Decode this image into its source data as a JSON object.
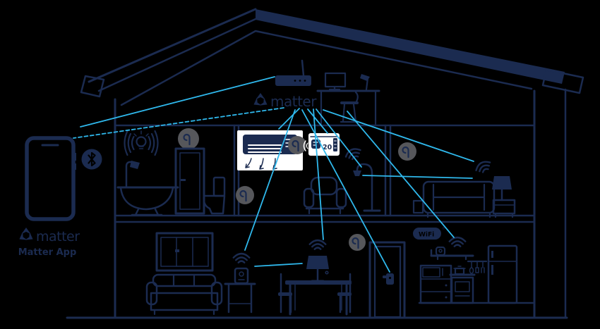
{
  "diagram": {
    "router_label": "matter",
    "app": {
      "brand": "matter",
      "label": "Matter App"
    },
    "thermostat": {
      "value": "20"
    },
    "wifi_badge": {
      "label": "WiFi",
      "mark": "®"
    },
    "colors": {
      "background": "#000000",
      "line_navy": "#1b2b50",
      "connection_cyan": "#2fb8ec",
      "thread_circle_gray": "#56575b",
      "panel_white": "#ffffff"
    },
    "icons": [
      "matter-logo-icon",
      "thread-logo-icon",
      "bluetooth-icon",
      "wifi-signal-icon",
      "smart-bulb-icon",
      "router-icon",
      "wifi-alliance-badge",
      "smart-lock-icon"
    ]
  }
}
